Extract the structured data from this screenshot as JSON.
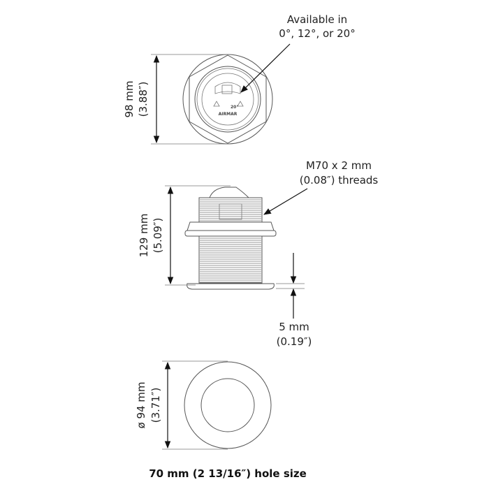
{
  "top_view": {
    "callout_line1": "Available in",
    "callout_line2": "0°, 12°, or 20°",
    "height_mm": "98 mm",
    "height_in": "(3.88″)",
    "logo_text": "AIRMAR",
    "angle_mark": "20°"
  },
  "side_view": {
    "thread_line1": "M70 x 2 mm",
    "thread_line2": "(0.08″) threads",
    "height_mm": "129 mm",
    "height_in": "(5.09″)",
    "lip_mm": "5 mm",
    "lip_in": "(0.19″)"
  },
  "bottom_view": {
    "diameter_mm": "ø 94 mm",
    "diameter_in": "(3.71″)"
  },
  "caption": "70 mm (2 13/16″) hole size"
}
